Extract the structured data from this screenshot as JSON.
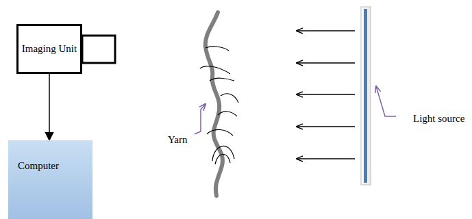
{
  "diagram": {
    "nodes": [
      {
        "text": [
          "Imaging Unit"
        ]
      },
      {
        "text": [
          "Computer"
        ]
      }
    ],
    "edges": [
      {
        "from": 0,
        "to": 1,
        "arrow": "to"
      }
    ],
    "labels": [
      "Yarn",
      "Light source"
    ]
  }
}
